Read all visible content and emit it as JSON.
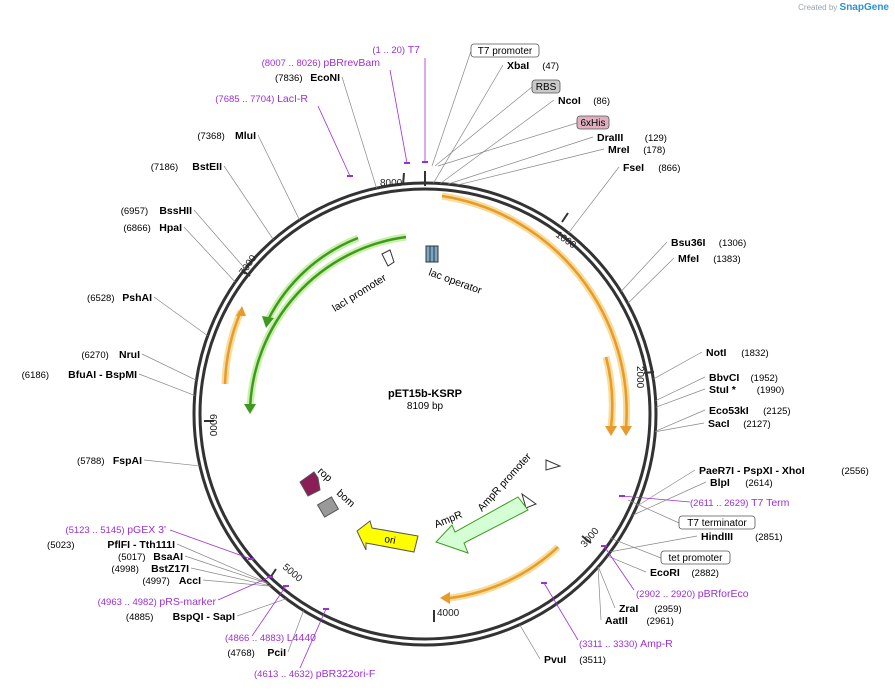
{
  "watermark": {
    "prefix": "Created by",
    "brand": "SnapGene"
  },
  "plasmid": {
    "name": "pET15b-KSRP",
    "size_label": "8109 bp",
    "length": 8109
  },
  "colors": {
    "backbone": "#333333",
    "site_line": "#888888",
    "primer": "#9b30d6",
    "orange": "#e89a2a",
    "orange_halo": "#f7dc9a",
    "green": "#3e9a1f",
    "green_halo": "#c8f0a8",
    "ampR_fill": "#d4ffd4",
    "ori_fill": "#ffff00",
    "rop_fill": "#8b1d57",
    "bom_fill": "#999999",
    "lac_op": "#78a8c8"
  },
  "ticks": [
    "1000",
    "2000",
    "3000",
    "4000",
    "5000",
    "6000",
    "7000",
    "8000"
  ],
  "sites_right": [
    {
      "name": "XbaI",
      "pos": "(47)",
      "angle": 2.1
    },
    {
      "name": "NcoI",
      "pos": "(86)",
      "angle": 3.8
    },
    {
      "name": "DraIII",
      "pos": "(129)",
      "angle": 5.7
    },
    {
      "name": "MreI",
      "pos": "(178)",
      "angle": 7.9
    },
    {
      "name": "FseI",
      "pos": "(866)",
      "angle": 38.4
    },
    {
      "name": "Bsu36I",
      "pos": "(1306)",
      "angle": 58.0
    },
    {
      "name": "MfeI",
      "pos": "(1383)",
      "angle": 61.4
    },
    {
      "name": "NotI",
      "pos": "(1832)",
      "angle": 81.3
    },
    {
      "name": "BbvCI",
      "pos": "(1952)",
      "angle": 86.7
    },
    {
      "name": "StuI *",
      "pos": "(1990)",
      "angle": 88.3
    },
    {
      "name": "Eco53kI",
      "pos": "(2125)",
      "angle": 94.3
    },
    {
      "name": "SacI",
      "pos": "(2127)",
      "angle": 94.4
    },
    {
      "name": "PaeR7I - PspXI - XhoI",
      "pos": "(2556)",
      "angle": 113.5
    },
    {
      "name": "BlpI",
      "pos": "(2614)",
      "angle": 116.0
    },
    {
      "name": "HindIII",
      "pos": "(2851)",
      "angle": 126.6
    },
    {
      "name": "EcoRI",
      "pos": "(2882)",
      "angle": 127.9
    },
    {
      "name": "ZraI",
      "pos": "(2959)",
      "angle": 131.4
    },
    {
      "name": "AatII",
      "pos": "(2961)",
      "angle": 131.5
    },
    {
      "name": "PvuI",
      "pos": "(3511)",
      "angle": 155.8
    }
  ],
  "sites_left": [
    {
      "name": "EcoNI",
      "pos": "(7836)",
      "angle": 347.9
    },
    {
      "name": "MluI",
      "pos": "(7368)",
      "angle": 327.1
    },
    {
      "name": "BstEII",
      "pos": "(7186)",
      "angle": 319.0
    },
    {
      "name": "BssHII",
      "pos": "(6957)",
      "angle": 308.9
    },
    {
      "name": "HpaI",
      "pos": "(6866)",
      "angle": 304.8
    },
    {
      "name": "PshAI",
      "pos": "(6528)",
      "angle": 289.8
    },
    {
      "name": "NruI",
      "pos": "(6270)",
      "angle": 278.4
    },
    {
      "name": "BfuAI - BspMI",
      "pos": "(6186)",
      "angle": 274.6
    },
    {
      "name": "FspAI",
      "pos": "(5788)",
      "angle": 257.0
    },
    {
      "name": "PflFI - Tth111I",
      "pos": "(5023)",
      "angle": 223.0
    },
    {
      "name": "BsaAI",
      "pos": "(5017)",
      "angle": 222.7
    },
    {
      "name": "BstZ17I",
      "pos": "(4998)",
      "angle": 221.9
    },
    {
      "name": "AccI",
      "pos": "(4997)",
      "angle": 221.8
    },
    {
      "name": "BspQI - SapI",
      "pos": "(4885)",
      "angle": 216.9
    },
    {
      "name": "PciI",
      "pos": "(4768)",
      "angle": 211.7
    }
  ],
  "primers": [
    {
      "name": "T7",
      "range": "(1 .. 20)"
    },
    {
      "name": "pBRrevBam",
      "range": "(8007 .. 8026)"
    },
    {
      "name": "LacI-R",
      "range": "(7685 .. 7704)"
    },
    {
      "name": "T7 Term",
      "range": "(2611 .. 2629)"
    },
    {
      "name": "pBRforEco",
      "range": "(2902 .. 2920)"
    },
    {
      "name": "Amp-R",
      "range": "(3311 .. 3330)"
    },
    {
      "name": "pGEX 3'",
      "range": "(5123 .. 5145)"
    },
    {
      "name": "pRS-marker",
      "range": "(4963 .. 4982)"
    },
    {
      "name": "L4440",
      "range": "(4866 .. 4883)"
    },
    {
      "name": "pBR322ori-F",
      "range": "(4613 .. 4632)"
    }
  ],
  "boxed_labels": [
    "T7 promoter",
    "RBS",
    "6xHis",
    "T7 terminator",
    "tet promoter"
  ],
  "features": [
    "lac operator",
    "lacI promoter",
    "AmpR promoter",
    "AmpR",
    "ori",
    "rop",
    "bom"
  ]
}
